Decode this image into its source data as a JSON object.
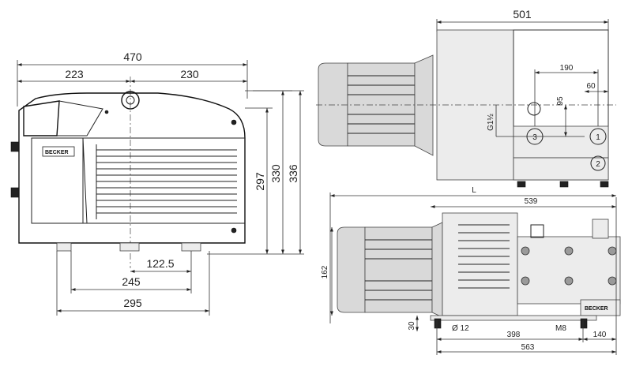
{
  "brand": "BECKER",
  "side_view": {
    "dim_overall_width": "470",
    "dim_left": "223",
    "dim_right": "230",
    "dim_height_total": "336",
    "dim_height_mid": "330",
    "dim_height_inner": "297",
    "dim_foot_spacing": "122.5",
    "dim_foot_outer": "245",
    "dim_base_width": "295"
  },
  "top_view": {
    "dim_length": "501",
    "dim_port_spacing": "190",
    "dim_port_offset": "60",
    "dim_port_height": "95",
    "thread_label": "G1½",
    "port_labels": [
      "3",
      "1",
      "2"
    ]
  },
  "front_view": {
    "dim_L": "L",
    "dim_body": "539",
    "dim_height": "162",
    "dim_foot_height": "30",
    "dim_hole": "Ø 12",
    "dim_thread": "M8",
    "dim_foot_spacing": "398",
    "dim_foot_end": "140",
    "dim_total": "563"
  }
}
